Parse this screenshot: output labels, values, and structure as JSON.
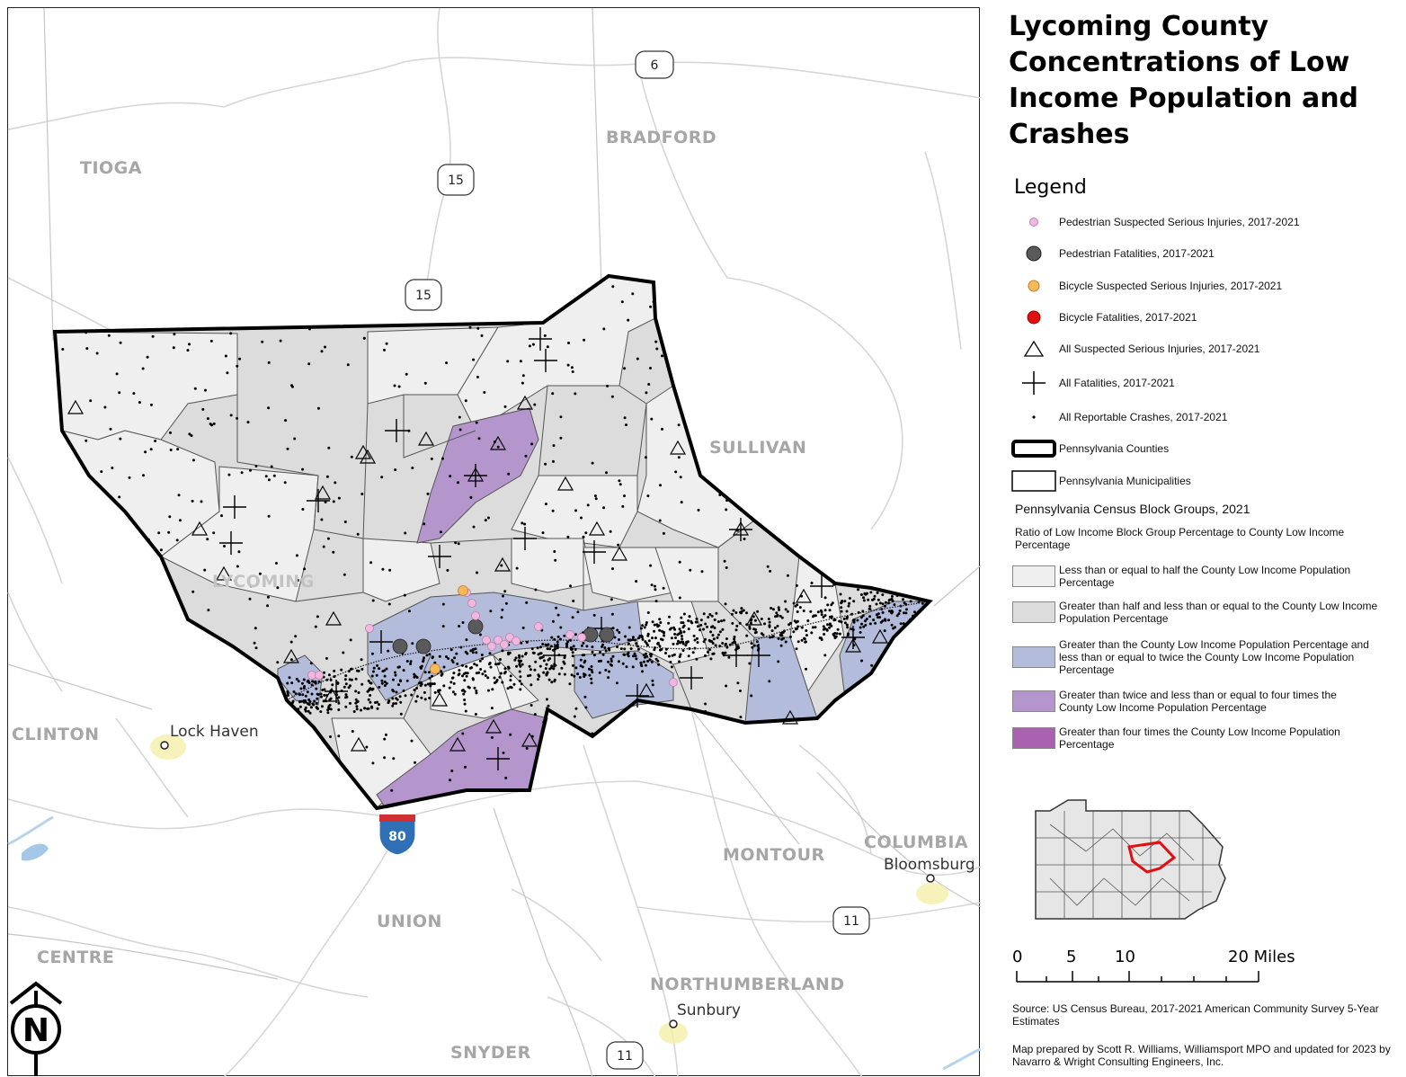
{
  "title": "Lycoming County Concentrations of Low Income Population and Crashes",
  "legend": {
    "title": "Legend",
    "items": [
      {
        "label": "Pedestrian Suspected Serious Injuries, 2017-2021",
        "icon": "pink-dot-icon",
        "color": "#f0b8e0"
      },
      {
        "label": "Pedestrian Fatalities, 2017-2021",
        "icon": "gray-dot-icon",
        "color": "#5a5a5a"
      },
      {
        "label": "Bicycle Suspected Serious Injuries, 2017-2021",
        "icon": "orange-dot-icon",
        "color": "#f5b85a"
      },
      {
        "label": "Bicycle Fatalities, 2017-2021",
        "icon": "red-dot-icon",
        "color": "#e01010"
      },
      {
        "label": "All Suspected Serious Injuries, 2017-2021",
        "icon": "triangle-icon",
        "color": "#000000"
      },
      {
        "label": "All Fatalities, 2017-2021",
        "icon": "cross-icon",
        "color": "#000000"
      },
      {
        "label": "All Reportable Crashes, 2017-2021",
        "icon": "small-dot-icon",
        "color": "#000000"
      },
      {
        "label": "Pennsylvania Counties",
        "icon": "county-boundary-icon",
        "color": "#000000"
      },
      {
        "label": "Pennsylvania Municipalities",
        "icon": "municipality-boundary-icon",
        "color": "#000000"
      }
    ],
    "block_groups_heading": "Pennsylvania Census Block Groups, 2021",
    "ratio_heading": "Ratio of Low Income Block Group Percentage to County Low Income Percentage",
    "classes": [
      {
        "label": "Less than or equal to half the County Low Income Population Percentage",
        "color": "#efeff0"
      },
      {
        "label": "Greater than half and less than or equal to the County Low Income Population Percentage",
        "color": "#dcdcdc"
      },
      {
        "label": "Greater than the County Low Income Population Percentage and less than or equal to twice the County Low Income Population Percentage",
        "color": "#b4bcdc"
      },
      {
        "label": "Greater than twice and less than or equal to four times the County Low Income Population Percentage",
        "color": "#b596cc"
      },
      {
        "label": "Greater than four times the County Low Income Population Percentage",
        "color": "#a961b0"
      }
    ]
  },
  "map": {
    "county_labels": [
      "TIOGA",
      "BRADFORD",
      "SULLIVAN",
      "LYCOMING",
      "CLINTON",
      "MONTOUR",
      "COLUMBIA",
      "UNION",
      "CENTRE",
      "NORTHUMBERLAND",
      "SNYDER"
    ],
    "city_labels": [
      "Lock Haven",
      "Bloomsburg",
      "Sunbury"
    ],
    "route_shields": [
      "6",
      "15",
      "15",
      "80",
      "11",
      "11"
    ],
    "north_label": "N"
  },
  "scale": {
    "ticks": [
      "0",
      "5",
      "10",
      "20 Miles"
    ]
  },
  "credits": {
    "source": "Source: US Census Bureau, 2017-2021 American Community Survey 5-Year Estimates",
    "prepared": "Map prepared by Scott R. Williams, Williamsport MPO and updated for 2023 by Navarro & Wright Consulting Engineers, Inc."
  }
}
